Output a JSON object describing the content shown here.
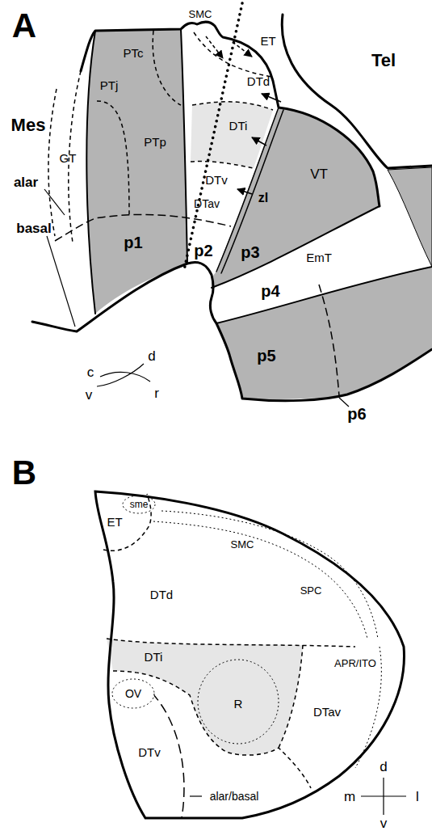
{
  "diagram": {
    "labels": [
      "A",
      "Mes",
      "alar",
      "basal",
      "GT",
      "PTc",
      "PTj",
      "PTp",
      "p1",
      "SMC",
      "ET",
      "DTd",
      "DTi",
      "DTv",
      "DTav",
      "zl",
      "VT",
      "Tel",
      "p2",
      "p3",
      "EmT",
      "p4",
      "p5",
      "p6",
      "d",
      "c",
      "v",
      "r",
      "B",
      "sme",
      "ET",
      "SMC",
      "SPC",
      "APR/ITO",
      "DTd",
      "DTi",
      "OV",
      "R",
      "DTv",
      "DTav",
      "alar/basal",
      "d",
      "m",
      "l",
      "v"
    ]
  }
}
